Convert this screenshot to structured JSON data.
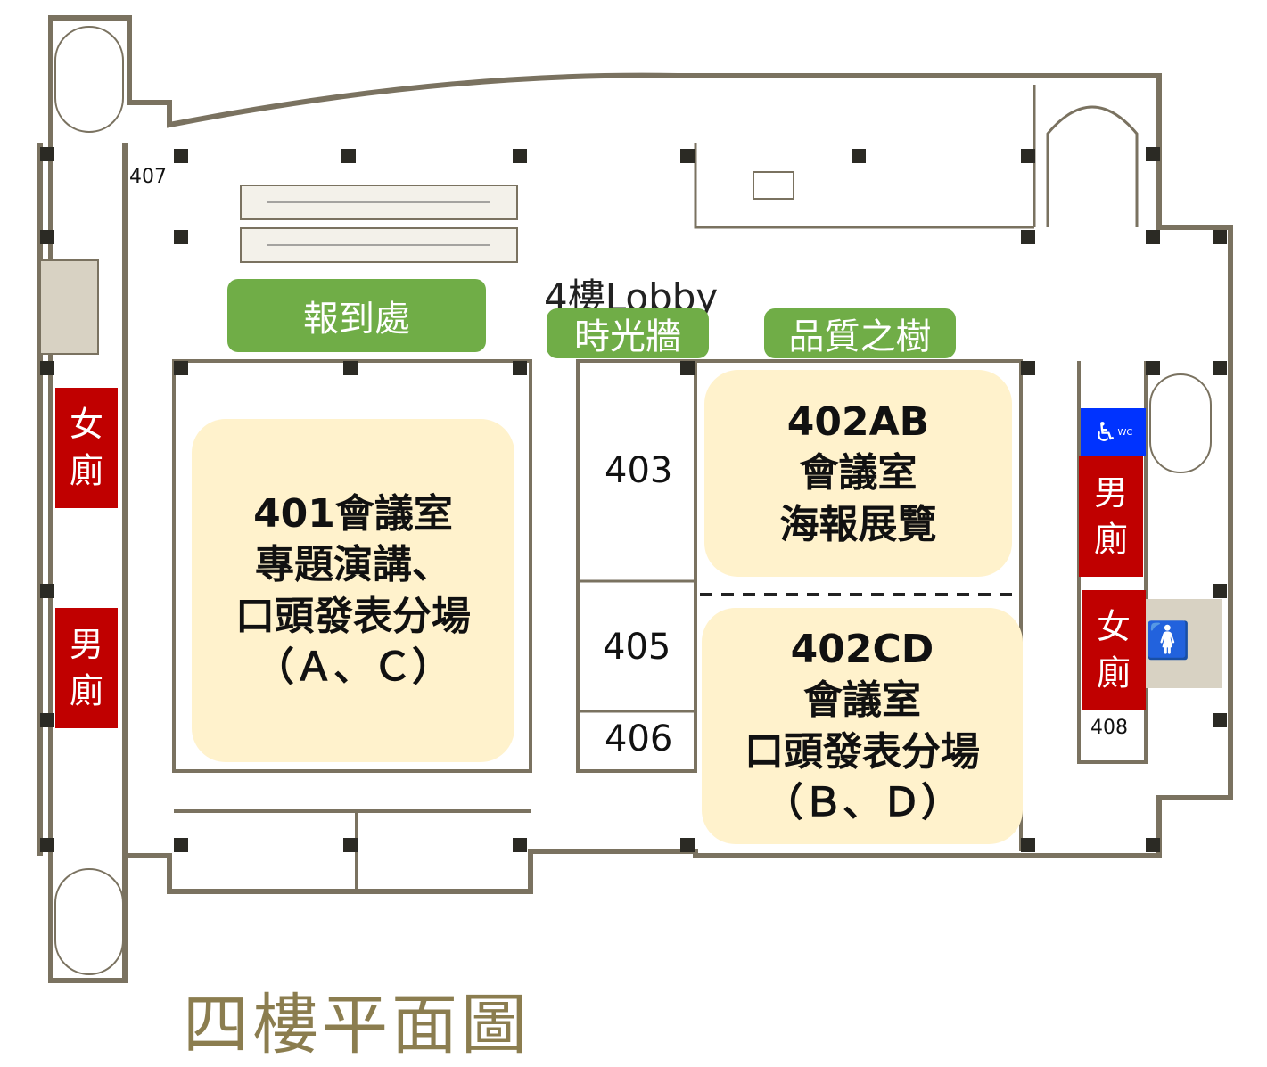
{
  "title": "四樓平面圖",
  "lobby_label": "4樓Lobby",
  "green_labels": {
    "registration": "報到處",
    "time_wall": "時光牆",
    "quality_tree": "品質之樹"
  },
  "rooms": {
    "r401": {
      "lines": [
        "401會議室",
        "專題演講、",
        "口頭發表分場",
        "（Ａ、Ｃ）"
      ]
    },
    "r402ab": {
      "lines": [
        "402AB",
        "會議室",
        "海報展覽"
      ]
    },
    "r402cd": {
      "lines": [
        "402CD",
        "會議室",
        "口頭發表分場",
        "（Ｂ、Ｄ）"
      ]
    },
    "r403": "403",
    "r405": "405",
    "r406": "406",
    "r407": "407",
    "r408": "408"
  },
  "restrooms": {
    "left_female": [
      "女",
      "廁"
    ],
    "left_male": [
      "男",
      "廁"
    ],
    "right_male": [
      "男",
      "廁"
    ],
    "right_female": [
      "女",
      "廁"
    ],
    "accessible_label": "WC"
  },
  "colors": {
    "wall": "#7a7260",
    "green": "#70ad47",
    "room": "#fff2cc",
    "restroom": "#c00000",
    "accessible": "#0033ff",
    "title": "#8b7d4f"
  }
}
